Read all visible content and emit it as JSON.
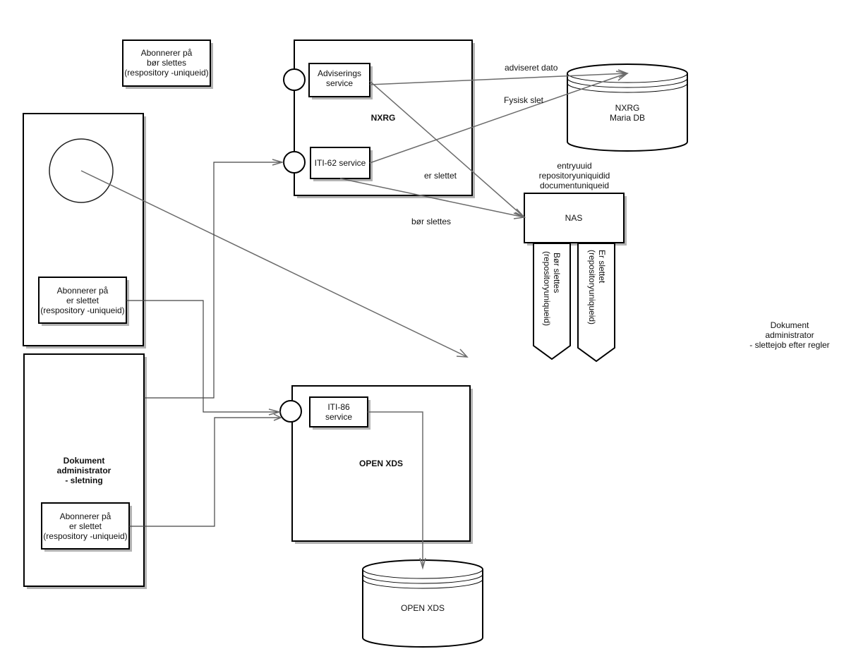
{
  "diagram": {
    "nodes": {
      "sub_bor_slettes_top": {
        "lines": [
          "Abonnerer på",
          "bør slettes",
          "(respository -uniqueid)"
        ]
      },
      "nxrg": {
        "title": "NXRG",
        "advisering_service": {
          "lines": [
            "Adviserings",
            "service"
          ]
        },
        "iti62_service": {
          "lines": [
            "ITI-62 service"
          ]
        },
        "inner_label": "er slettet"
      },
      "nxrg_db": {
        "lines": [
          "NXRG",
          "Maria DB"
        ]
      },
      "nas": {
        "title": "NAS",
        "fields": [
          "entryuuid",
          "repositoryuniquidid",
          "documentuniqueid"
        ],
        "queue_bor_slettes": {
          "lines": [
            "Bør slettes",
            "(repositoryuniqueid)"
          ]
        },
        "queue_er_slettet": {
          "lines": [
            "Er slettet",
            "(repositoryuniqueid)"
          ]
        }
      },
      "left_top_container": {
        "sub_er_slettet": {
          "lines": [
            "Abonnerer på",
            "er slettet",
            "(respository -uniqueid)"
          ]
        }
      },
      "dokument_admin_sletning": {
        "title_lines": [
          "Dokument",
          "administrator",
          "- sletning"
        ],
        "sub_er_slettet": {
          "lines": [
            "Abonnerer på",
            "er slettet",
            "(respository -uniqueid)"
          ]
        }
      },
      "open_xds": {
        "title": "OPEN XDS",
        "iti86_service": {
          "lines": [
            "ITI-86",
            "service"
          ]
        }
      },
      "open_xds_db": {
        "lines": [
          "OPEN XDS"
        ]
      },
      "dokument_admin_slettejob": {
        "lines": [
          "Dokument",
          "administrator",
          "- slettejob efter regler"
        ]
      }
    },
    "edge_labels": {
      "adviseret_dato": "adviseret dato",
      "fysisk_slet": "Fysisk slet",
      "bor_slettes": "bør slettes"
    }
  }
}
